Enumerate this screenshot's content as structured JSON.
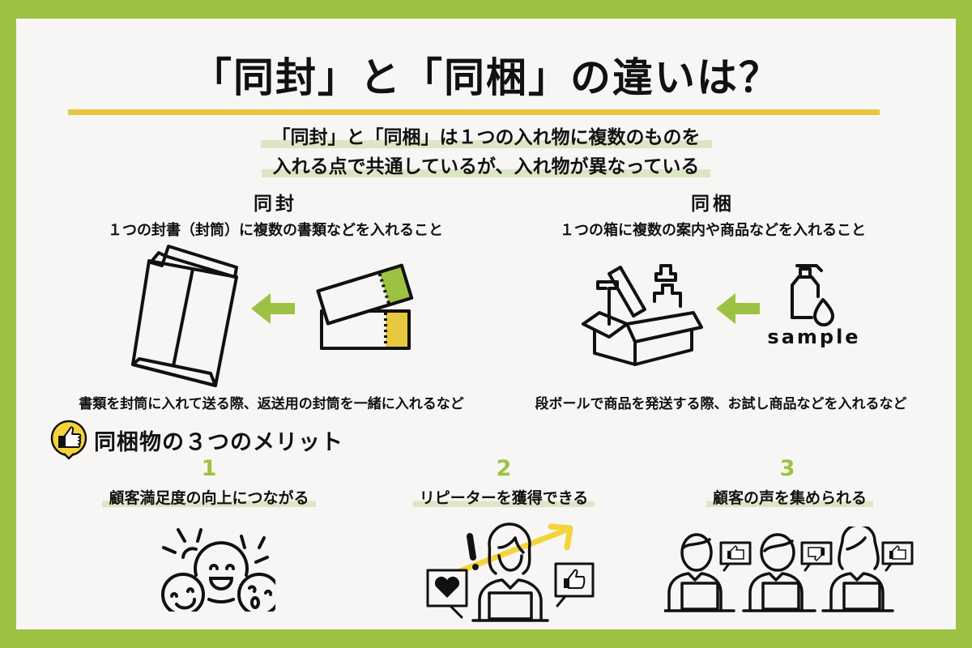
{
  "colors": {
    "frame": "#9dc243",
    "background": "#f7f6f4",
    "title_rule": "#e8c740",
    "highlight": "#dde6c4",
    "accent_green": "#9dc243",
    "accent_yellow": "#e8c740",
    "text": "#111111"
  },
  "header": {
    "title": "「同封」と「同梱」の違いは？"
  },
  "lead": {
    "line1": "「同封」と「同梱」は１つの入れ物に複数のものを",
    "line2": "入れる点で共通しているが、入れ物が異なっている"
  },
  "sections": [
    {
      "title": "同封",
      "subtitle": "１つの封書（封筒）に複数の書類などを入れること",
      "example": "書類を封筒に入れて送る際、返送用の封筒を一緒に入れるなど",
      "icons": [
        "envelope-icon",
        "arrow-left-icon",
        "documents-icon"
      ]
    },
    {
      "title": "同梱",
      "subtitle": "１つの箱に複数の案内や商品などを入れること",
      "example": "段ボールで商品を発送する際、お試し商品などを入れるなど",
      "icons": [
        "open-box-icon",
        "arrow-left-icon",
        "pump-bottle-icon"
      ],
      "sample_label": "sample"
    }
  ],
  "merits": {
    "heading": "同梱物の３つのメリット",
    "heading_icon": "thumbs-up-badge-icon",
    "items": [
      {
        "number": "1",
        "text": "顧客満足度の向上につながる",
        "icon": "happy-faces-icon"
      },
      {
        "number": "2",
        "text": "リピーターを獲得できる",
        "icon": "person-laptop-growth-icon"
      },
      {
        "number": "3",
        "text": "顧客の声を集められる",
        "icon": "customers-feedback-icon"
      }
    ]
  }
}
